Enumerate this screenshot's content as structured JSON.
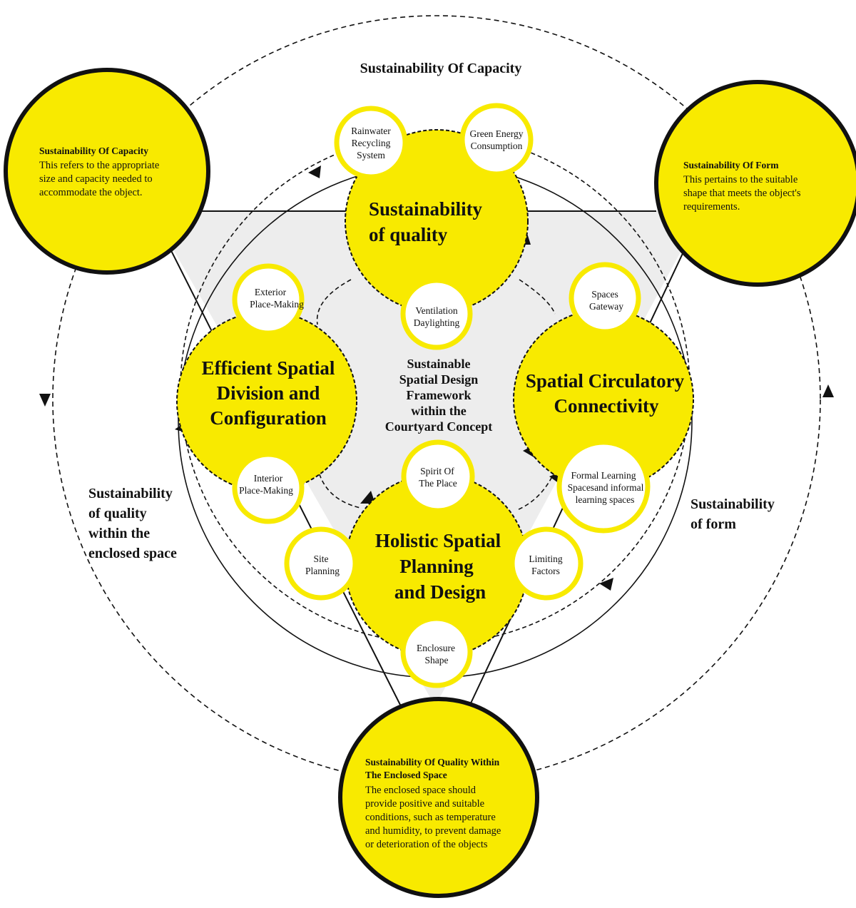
{
  "colors": {
    "yellow": "#f8ea00",
    "stroke": "#111111",
    "triangle_fill": "#ededed",
    "white": "#ffffff"
  },
  "top_label": "Sustainability Of Capacity",
  "side_left": [
    "Sustainability",
    "of quality",
    "within the",
    "enclosed space"
  ],
  "side_right": [
    "Sustainability",
    "of form"
  ],
  "center_text": [
    "Sustainable",
    "Spatial Design",
    "Framework",
    "within the",
    "Courtyard Concept"
  ],
  "corners": {
    "capacity": {
      "heading": [
        "Sustainability Of Capacity"
      ],
      "body": [
        "This refers to the appropriate",
        "size and capacity needed to",
        "accommodate the object."
      ]
    },
    "form": {
      "heading": [
        "Sustainability Of Form"
      ],
      "body": [
        "This pertains to the suitable",
        "shape that meets the object's",
        "requirements."
      ]
    },
    "quality": {
      "heading": [
        "Sustainability Of Quality Within",
        "The Enclosed Space"
      ],
      "body": [
        "The enclosed space should",
        "provide positive and suitable",
        "conditions, such as temperature",
        "and humidity, to prevent damage",
        "or deterioration of the objects"
      ]
    }
  },
  "main_circles": {
    "quality": [
      "Sustainability",
      "of quality"
    ],
    "division": [
      "Efficient Spatial",
      "Division and",
      "Configuration"
    ],
    "circulatory": [
      "Spatial Circulatory",
      "Connectivity"
    ],
    "holistic": [
      "Holistic Spatial",
      "Planning",
      "and Design"
    ]
  },
  "small_circles": {
    "rainwater": [
      "Rainwater",
      "Recycling",
      "System"
    ],
    "green": [
      "Green Energy",
      "Consumption"
    ],
    "ventilation": [
      "Ventilation",
      "Daylighting"
    ],
    "exterior": [
      "Exterior",
      "Place-Making"
    ],
    "interior": [
      "Interior",
      "Place-Making"
    ],
    "spaces": [
      "Spaces",
      "Gateway"
    ],
    "formal": [
      "Formal Learning",
      "Spacesand informal",
      "learning spaces"
    ],
    "spirit": [
      "Spirit Of",
      "The Place"
    ],
    "site": [
      "Site",
      "Planning"
    ],
    "limiting": [
      "Limiting",
      "Factors"
    ],
    "enclosure": [
      "Enclosure",
      "Shape"
    ]
  }
}
